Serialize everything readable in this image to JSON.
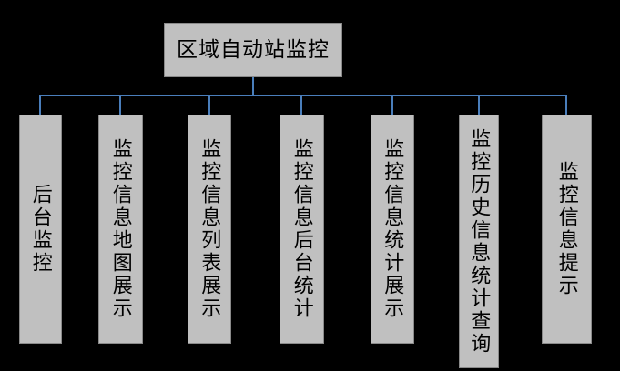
{
  "diagram": {
    "type": "hierarchy-tree",
    "title": "区域自动站监控",
    "background_color": "#000000",
    "node_fill_color": "#c0c0c0",
    "node_border_color": "#8a8a8a",
    "connector_color": "#4a7ebb",
    "root": {
      "label": "区域自动站监控"
    },
    "children": [
      {
        "label": "后台监控"
      },
      {
        "label": "监控信息地图展示"
      },
      {
        "label": "监控信息列表展示"
      },
      {
        "label": "监控信息后台统计"
      },
      {
        "label": "监控信息统计展示"
      },
      {
        "label": "监控历史信息统计查询"
      },
      {
        "label": "监控信息提示"
      }
    ]
  }
}
